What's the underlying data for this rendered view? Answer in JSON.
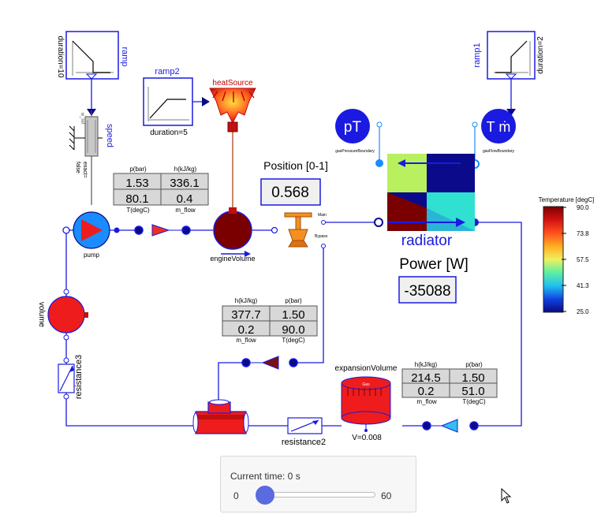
{
  "components": {
    "ramp": {
      "name": "ramp",
      "param": "duration=10"
    },
    "ramp1": {
      "name": "ramp1",
      "param": "duration=2"
    },
    "ramp2": {
      "name": "ramp2",
      "param": "duration=5"
    },
    "heat_source": {
      "name": "heatSource"
    },
    "speed": {
      "name": "speed",
      "exact": "exact=\nfalse",
      "w_ref": "w_ref"
    },
    "pump": {
      "name": "pump"
    },
    "engine_volume": {
      "name": "engineVolume"
    },
    "volume": {
      "name": "volume"
    },
    "resistance3": {
      "name": "resistance3"
    },
    "resistance2": {
      "name": "resistance2"
    },
    "expansion_volume": {
      "name": "expansionVolume",
      "gas_label": "Gas",
      "param": "V=0.008"
    },
    "radiator": {
      "name": "radiator"
    },
    "gas_pressure_boundary": {
      "name": "gasPressureBoundary",
      "symbol": "pT"
    },
    "gas_flow_boundary": {
      "name": "gasFlowBoundary",
      "symbol": "T ṁ"
    },
    "valve": {
      "main_label": "Main",
      "bypass_label": "Bypass"
    }
  },
  "position_display": {
    "label": "Position [0-1]",
    "value": "0.568"
  },
  "power_display": {
    "label": "Power [W]",
    "value": "-35088"
  },
  "sensor_top": {
    "header_left": "p(bar)",
    "header_right": "h(kJ/kg)",
    "cells": [
      "1.53",
      "336.1",
      "80.1",
      "0.4"
    ],
    "footer_left": "T(degC)",
    "footer_right": "m_flow"
  },
  "sensor_bypass": {
    "header_left": "h(kJ/kg)",
    "header_right": "p(bar)",
    "cells": [
      "377.7",
      "1.50",
      "0.2",
      "90.0"
    ],
    "footer_left": "m_flow",
    "footer_right": "T(degC)"
  },
  "sensor_return": {
    "header_left": "h(kJ/kg)",
    "header_right": "p(bar)",
    "cells": [
      "214.5",
      "1.50",
      "0.2",
      "51.0"
    ],
    "footer_left": "m_flow",
    "footer_right": "T(degC)"
  },
  "legend": {
    "title": "Temperature  [degC]",
    "ticks": [
      "90.0",
      "73.8",
      "57.5",
      "41.3",
      "25.0"
    ]
  },
  "slider": {
    "title": "Current time: 0 s",
    "min": "0",
    "max": "60",
    "value": 0
  },
  "colors": {
    "line": "#1a1ae0",
    "hot": "#7a0000",
    "red": "#ee1c1c",
    "green": "#b8f060",
    "navy": "#0a0a8a",
    "cyan": "#30e0d0"
  },
  "icons": [
    "mouse-cursor-icon",
    "flame-icon",
    "pump-icon",
    "valve-icon"
  ]
}
